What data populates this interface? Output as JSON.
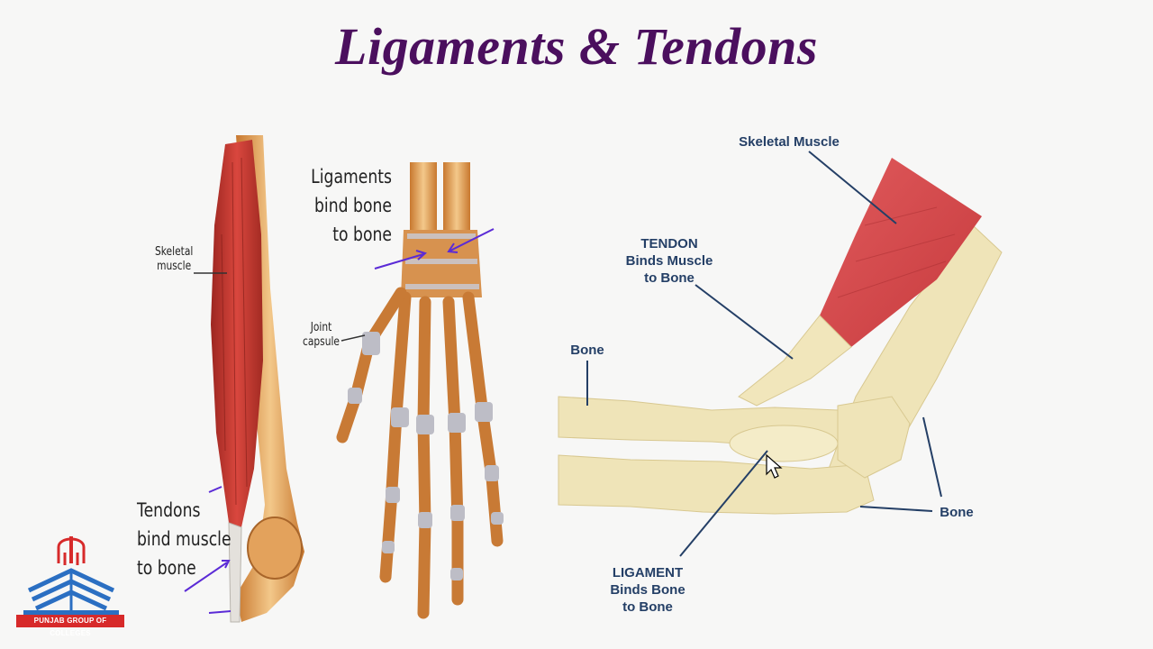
{
  "title": "Ligaments & Tendons",
  "left_arm": {
    "skeletal_muscle_label": "Skeletal\nmuscle",
    "tendons_label": "Tendons\nbind muscle\nto bone"
  },
  "hand": {
    "ligaments_label": "Ligaments\nbind bone\nto bone",
    "joint_capsule_label": "Joint\ncapsule"
  },
  "elbow": {
    "skeletal_muscle_label": "Skeletal Muscle",
    "tendon_label": "TENDON\nBinds Muscle\nto Bone",
    "bone_left_label": "Bone",
    "bone_right_label": "Bone",
    "ligament_label": "LIGAMENT\nBinds Bone\nto Bone"
  },
  "logo": {
    "text": "PUNJAB GROUP OF COLLEGES"
  },
  "colors": {
    "title": "#4b0f5e",
    "label_blue": "#243f66",
    "annotation_purple": "#5b2bd6",
    "muscle_red": "#c63a35",
    "bone": "#efe4b8",
    "logo_red": "#d72a2a",
    "logo_blue": "#2b6fc2"
  }
}
